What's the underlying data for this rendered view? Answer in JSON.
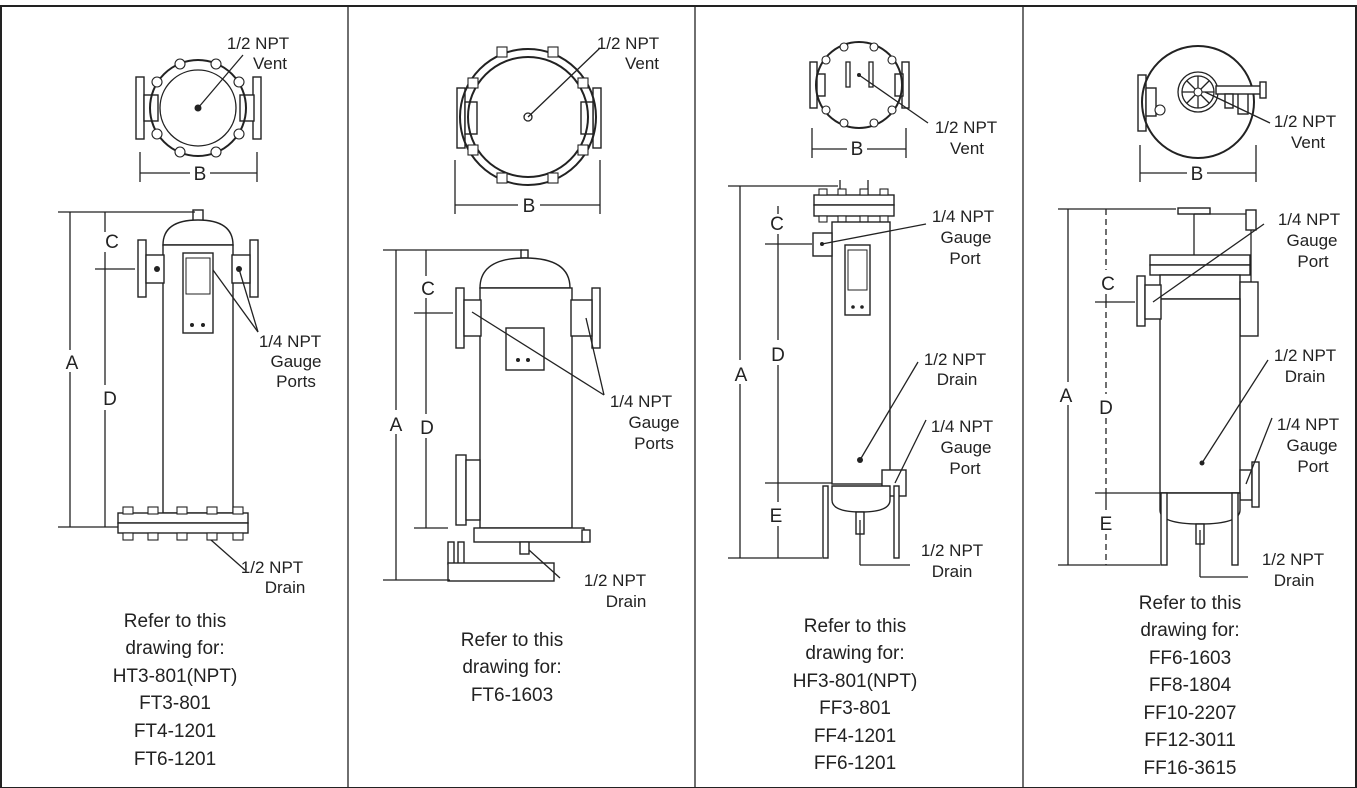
{
  "panels": [
    {
      "id": "ht3",
      "top_callout": [
        "1/2 NPT",
        "Vent"
      ],
      "side_callout": [
        "1/4 NPT",
        "Gauge",
        "Ports"
      ],
      "bottom_callout": [
        "1/2 NPT",
        "Drain"
      ],
      "dims": {
        "A": "A",
        "B": "B",
        "C": "C",
        "D": "D"
      },
      "refer": [
        "Refer to this",
        "drawing for:",
        "HT3-801(NPT)",
        "FT3-801",
        "FT4-1201",
        "FT6-1201"
      ]
    },
    {
      "id": "ft6",
      "top_callout": [
        "1/2 NPT",
        "Vent"
      ],
      "side_callout": [
        "1/4 NPT",
        "Gauge",
        "Ports"
      ],
      "bottom_callout": [
        "1/2 NPT",
        "Drain"
      ],
      "dims": {
        "A": "A",
        "B": "B",
        "C": "C",
        "D": "D"
      },
      "refer": [
        "Refer to this",
        "drawing for:",
        "FT6-1603"
      ]
    },
    {
      "id": "hf3",
      "top_callout": [
        "1/2 NPT",
        "Vent"
      ],
      "side_callout": [
        "1/4 NPT",
        "Gauge",
        "Port"
      ],
      "mid_callout": [
        "1/2 NPT",
        "Drain"
      ],
      "low_callout": [
        "1/4 NPT",
        "Gauge",
        "Port"
      ],
      "bottom_callout": [
        "1/2 NPT",
        "Drain"
      ],
      "dims": {
        "A": "A",
        "B": "B",
        "C": "C",
        "D": "D",
        "E": "E"
      },
      "refer": [
        "Refer to this",
        "drawing for:",
        "HF3-801(NPT)",
        "FF3-801",
        "FF4-1201",
        "FF6-1201"
      ]
    },
    {
      "id": "ff6",
      "top_callout": [
        "1/2 NPT",
        "Vent"
      ],
      "side_callout": [
        "1/4 NPT",
        "Gauge",
        "Port"
      ],
      "mid_callout": [
        "1/2 NPT",
        "Drain"
      ],
      "low_callout": [
        "1/4 NPT",
        "Gauge",
        "Port"
      ],
      "bottom_callout": [
        "1/2 NPT",
        "Drain"
      ],
      "dims": {
        "A": "A",
        "B": "B",
        "C": "C",
        "D": "D",
        "E": "E"
      },
      "refer": [
        "Refer to this",
        "drawing for:",
        "FF6-1603",
        "FF8-1804",
        "FF10-2207",
        "FF12-3011",
        "FF16-3615"
      ]
    }
  ]
}
